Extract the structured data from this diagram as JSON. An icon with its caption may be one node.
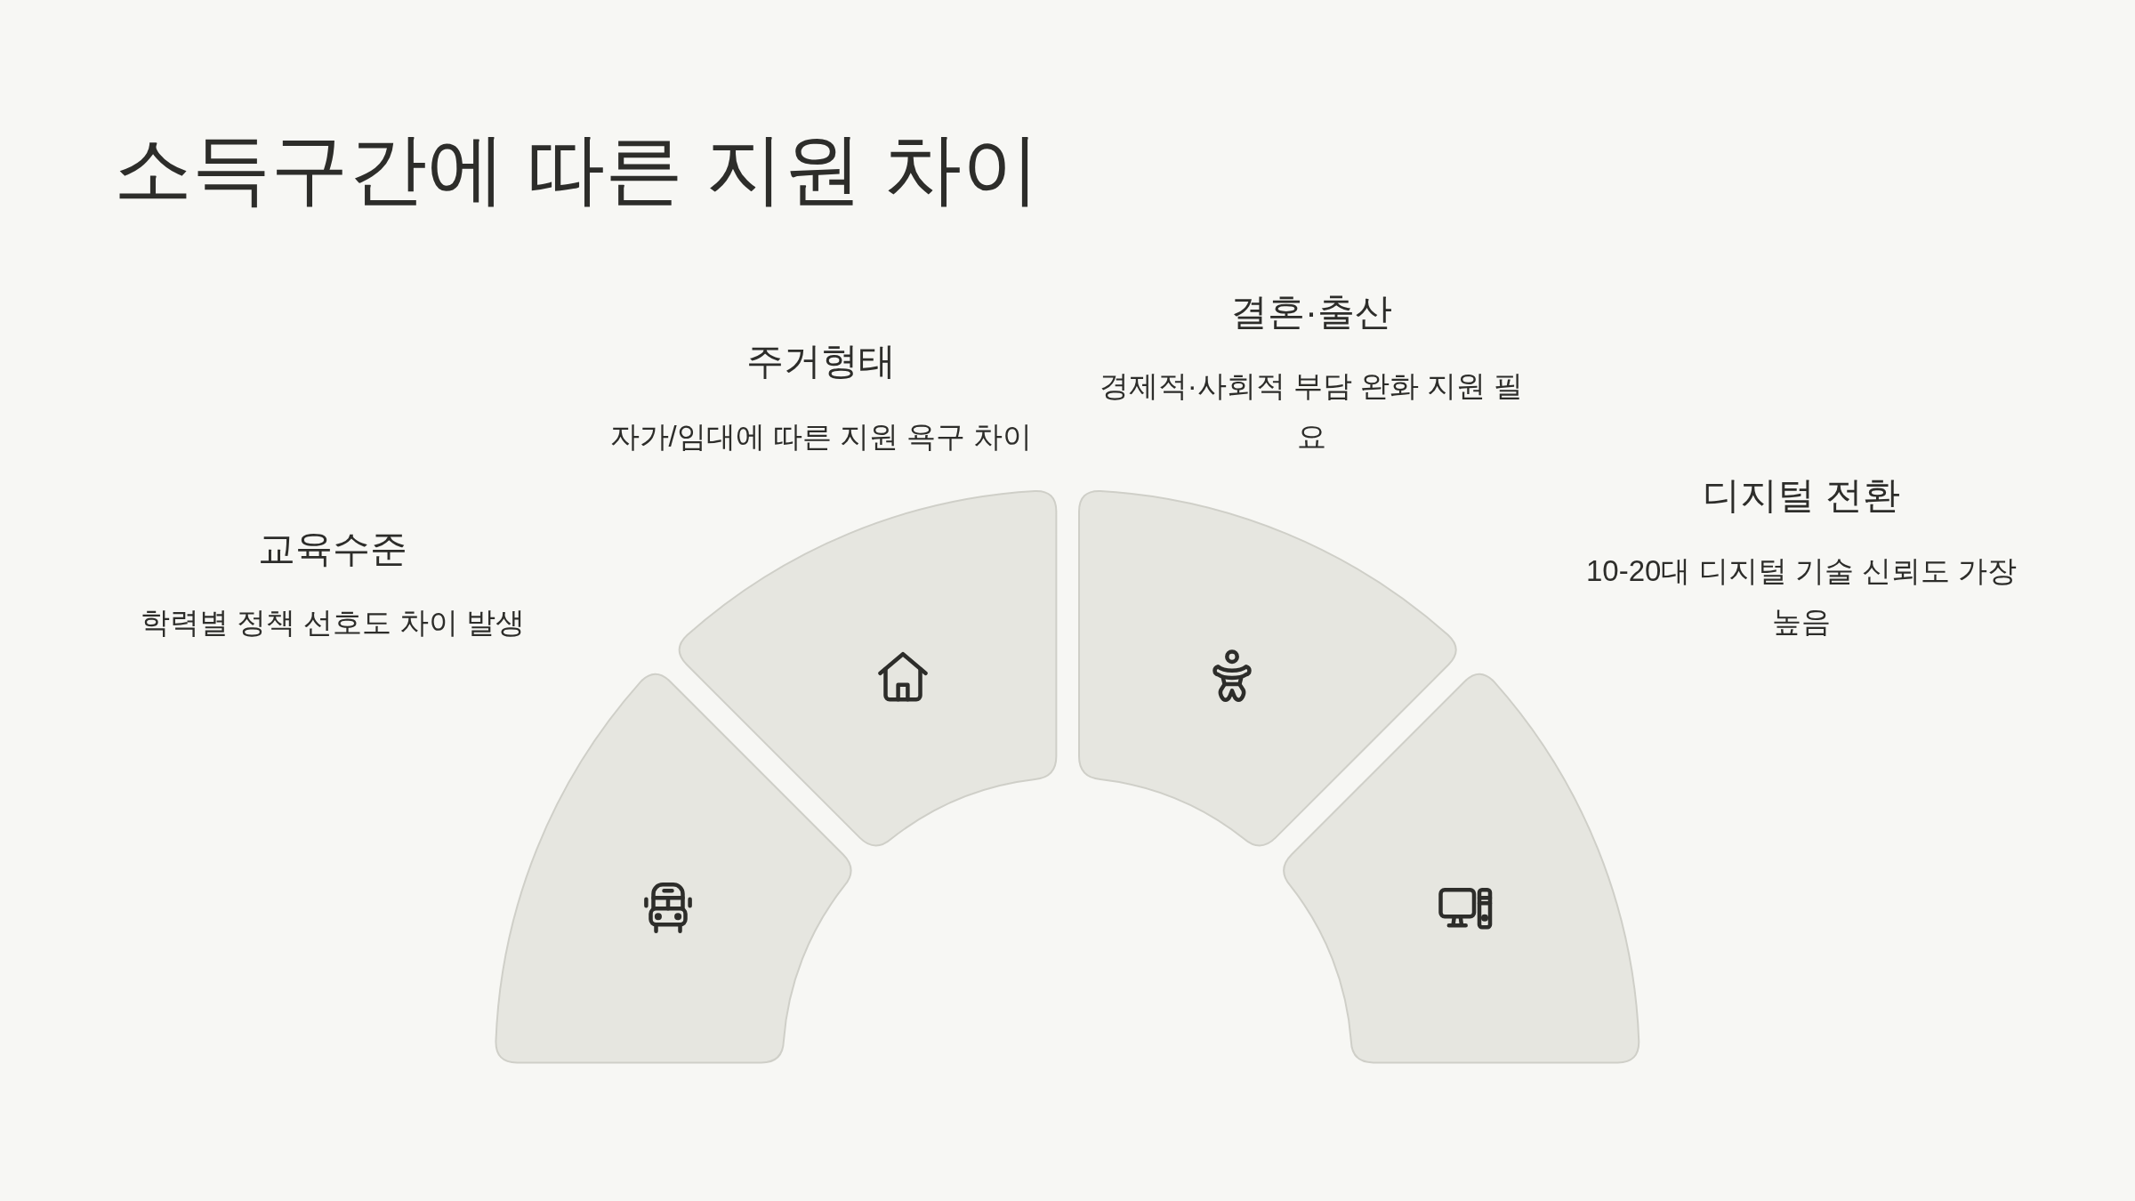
{
  "diagram": {
    "title": "소득구간에 따른 지원 차이",
    "nodes": [
      {
        "text": [
          "교육수준",
          "학력별 정책 선호도 차이 발생"
        ]
      },
      {
        "text": [
          "주거형태",
          "자가/임대에 따른 지원 욕구 차이"
        ]
      },
      {
        "text": [
          "결혼·출산",
          "경제적·사회적 부담 완화 지원 필요"
        ]
      },
      {
        "text": [
          "디지털 전환",
          "10-20대 디지털 기술 신뢰도 가장 높음"
        ]
      }
    ]
  }
}
